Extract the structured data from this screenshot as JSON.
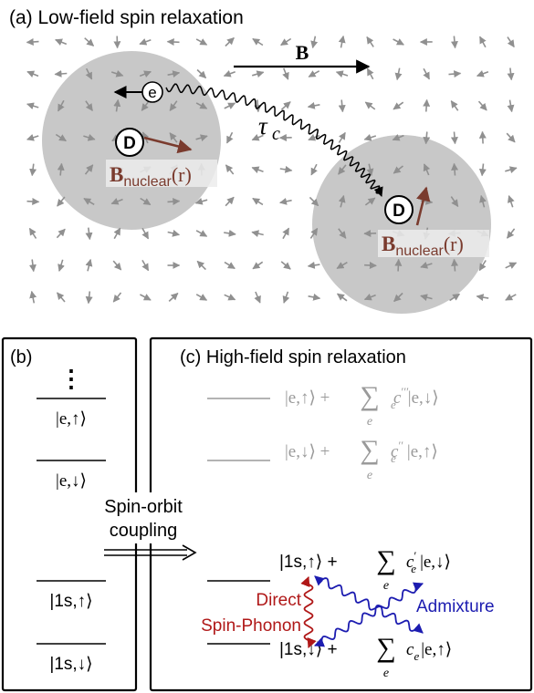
{
  "panel_a": {
    "title": "(a) Low-field spin relaxation",
    "field_label": "B",
    "electron_label": "e",
    "donor_label": "D",
    "tau_symbol": "τ",
    "tau_subscript": "c",
    "nuclear_B": "B",
    "nuclear_sub": "nuclear",
    "nuclear_arg": "(r)"
  },
  "panel_b": {
    "label": "(b)",
    "ellipsis": "⋮",
    "levels": [
      "|e,↑⟩",
      "|e,↓⟩",
      "|1s,↑⟩",
      "|1s,↓⟩"
    ]
  },
  "arrow": {
    "line1": "Spin-orbit",
    "line2": "coupling"
  },
  "panel_c": {
    "title": "(c) High-field spin relaxation",
    "states": [
      {
        "ket": "|e,↑⟩ + ",
        "sum": "∑",
        "index": "e",
        "coef": "c",
        "coef_sub": "e",
        "prime": "′′′",
        "tail": "|e,↓⟩"
      },
      {
        "ket": "|e,↓⟩ + ",
        "sum": "∑",
        "index": "e",
        "coef": "c",
        "coef_sub": "e",
        "prime": "′′",
        "tail": "|e,↑⟩"
      },
      {
        "ket": "|1s,↑⟩ + ",
        "sum": "∑",
        "index": "e",
        "coef": "c",
        "coef_sub": "e",
        "prime": "′",
        "tail": "|e,↓⟩"
      },
      {
        "ket": "|1s,↓⟩ + ",
        "sum": "∑",
        "index": "e",
        "coef": "c",
        "coef_sub": "e",
        "prime": "",
        "tail": "|e,↑⟩"
      }
    ],
    "direct_label_1": "Direct",
    "direct_label_2": "Spin-Phonon",
    "admixture_label": "Admixture"
  },
  "colors": {
    "dot_gray": "#c8c8c8",
    "arrow_gray": "#909090",
    "nuclear_brown": "#7a3b2e",
    "direct_red": "#b01818",
    "admixture_blue": "#1c1cb0",
    "faded_gray": "#9a9a9a"
  }
}
